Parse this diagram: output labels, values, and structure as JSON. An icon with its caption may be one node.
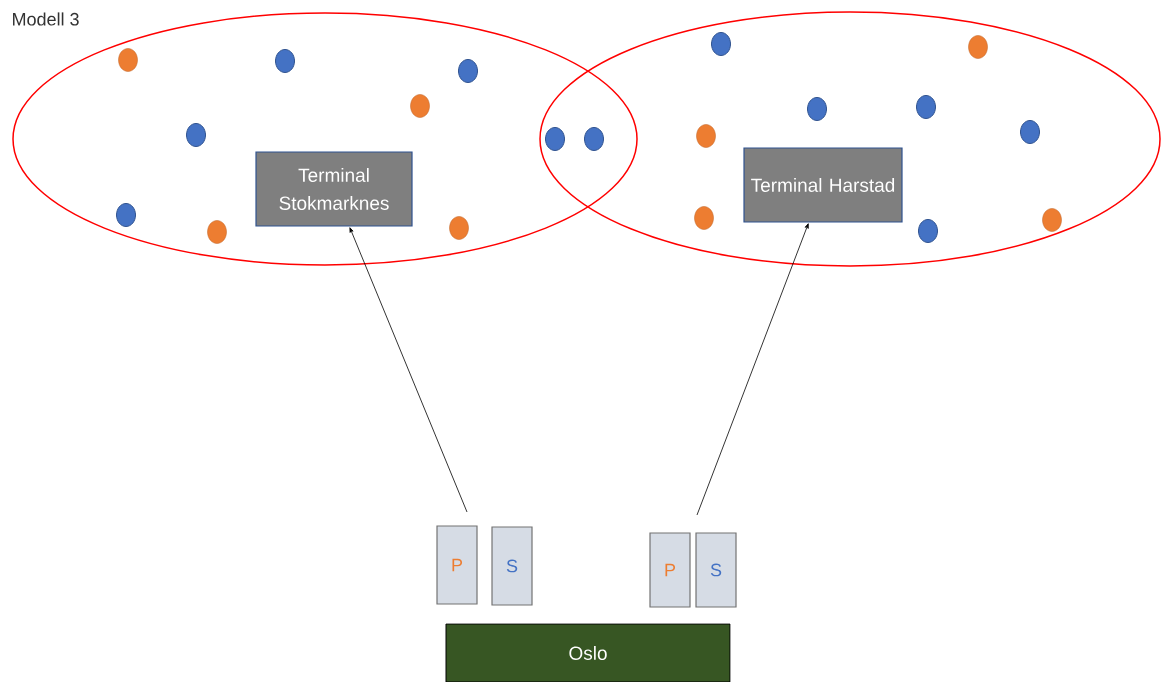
{
  "diagram": {
    "title": "Modell 3",
    "nodes": [
      {
        "text": [
          "Terminal Stokmarknes"
        ]
      },
      {
        "text": [
          "Terminal Harstad"
        ]
      },
      {
        "text": [
          "P"
        ]
      },
      {
        "text": [
          "S"
        ]
      },
      {
        "text": [
          "P"
        ]
      },
      {
        "text": [
          "S"
        ]
      },
      {
        "text": [
          "Oslo"
        ]
      }
    ],
    "edges": [
      {
        "from": null,
        "to": 0,
        "arrow": "to"
      },
      {
        "from": null,
        "to": 1,
        "arrow": "to"
      }
    ]
  }
}
